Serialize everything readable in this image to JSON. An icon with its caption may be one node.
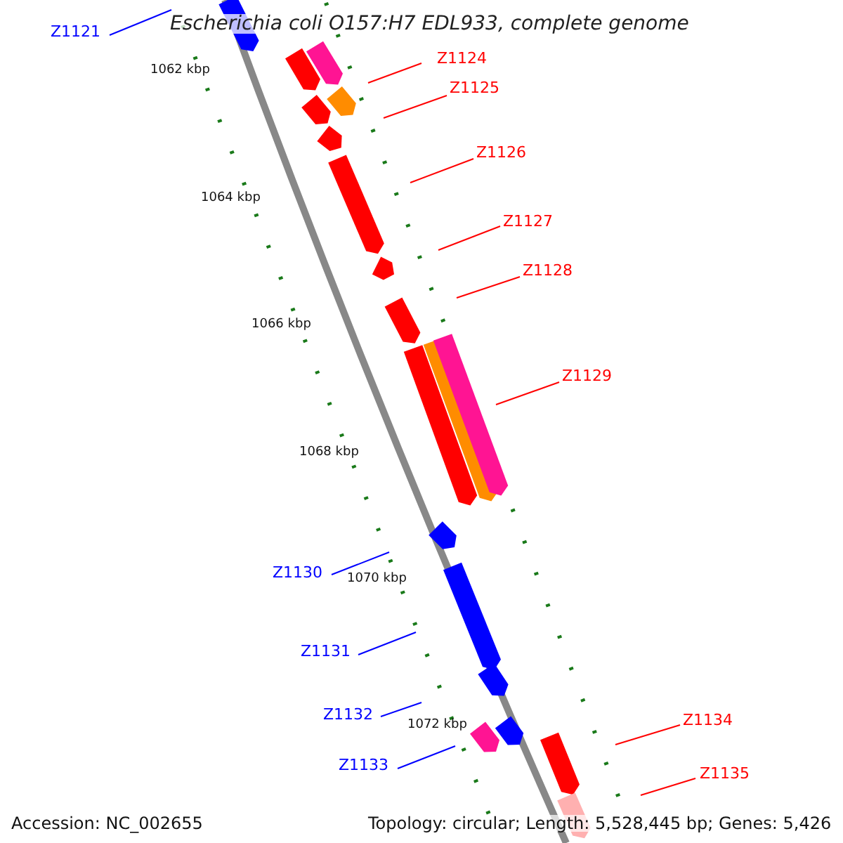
{
  "diagram": {
    "title": "Escherichia coli O157:H7 EDL933, complete genome",
    "nodes": [
      {
        "text": [
          "Z1121"
        ]
      },
      {
        "text": [
          "Z1124"
        ]
      },
      {
        "text": [
          "Z1125"
        ]
      },
      {
        "text": [
          "Z1126"
        ]
      },
      {
        "text": [
          "Z1127"
        ]
      },
      {
        "text": [
          "Z1128"
        ]
      },
      {
        "text": [
          "Z1129"
        ]
      },
      {
        "text": [
          "Z1130"
        ]
      },
      {
        "text": [
          "Z1131"
        ]
      },
      {
        "text": [
          "Z1132"
        ]
      },
      {
        "text": [
          "Z1133"
        ]
      },
      {
        "text": [
          "Z1134"
        ]
      },
      {
        "text": [
          "Z1135"
        ]
      }
    ],
    "edges": [
      {
        "from": 0,
        "to": null,
        "arrow": "none",
        "color": "#0000ff"
      },
      {
        "from": 1,
        "to": null,
        "arrow": "none"
      },
      {
        "from": 2,
        "to": null,
        "arrow": "none"
      },
      {
        "from": 3,
        "to": null,
        "arrow": "none"
      },
      {
        "from": 4,
        "to": null,
        "arrow": "none"
      },
      {
        "from": 5,
        "to": null,
        "arrow": "none"
      },
      {
        "from": 6,
        "to": null,
        "arrow": "none"
      },
      {
        "from": 7,
        "to": null,
        "arrow": "none",
        "color": "#0000ff"
      },
      {
        "from": 8,
        "to": null,
        "arrow": "none",
        "color": "#0000ff"
      },
      {
        "from": 9,
        "to": null,
        "arrow": "none",
        "color": "#0000ff"
      },
      {
        "from": 10,
        "to": null,
        "arrow": "none",
        "color": "#0000ff"
      },
      {
        "from": 11,
        "to": null,
        "arrow": "none"
      },
      {
        "from": 12,
        "to": null,
        "arrow": "none"
      }
    ],
    "labels": [
      "1062 kbp",
      "1064 kbp",
      "1066 kbp",
      "1068 kbp",
      "1070 kbp",
      "1072 kbp",
      "Accession: NC_002655",
      "Topology: circular; Length: 5,528,445 bp; Genes: 5,426"
    ]
  }
}
